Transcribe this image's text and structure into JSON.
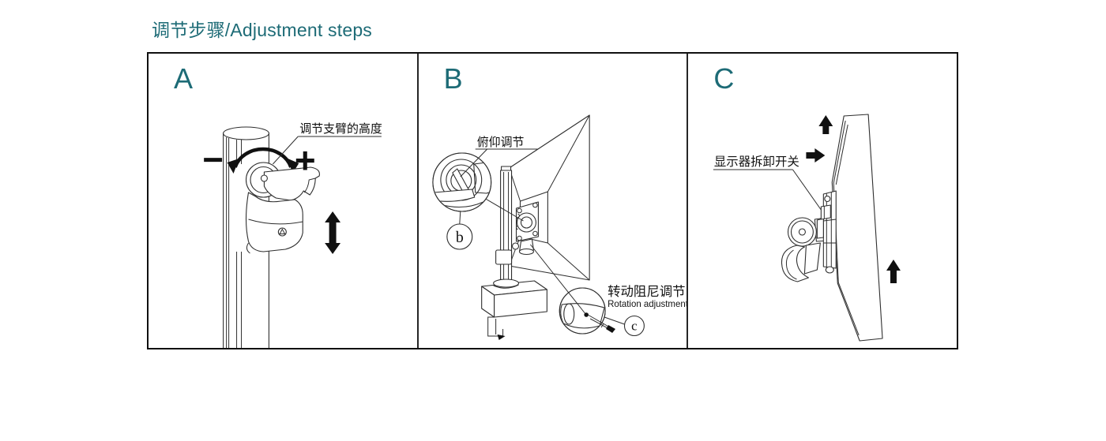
{
  "title": "调节步骤/Adjustment steps",
  "colors": {
    "accent": "#1d6b76",
    "line": "#2e2e2e"
  },
  "panels": {
    "a": {
      "letter": "A",
      "height_label": "调节支臂的高度",
      "minus_symbol": "−",
      "plus_symbol": "+"
    },
    "b": {
      "letter": "B",
      "tilt_label": "俯仰调节",
      "rotation_label_cn": "转动阻尼调节",
      "rotation_label_en": "Rotation adjustment",
      "callout_b": "b",
      "callout_c": "c"
    },
    "c": {
      "letter": "C",
      "detach_label": "显示器拆卸开关"
    }
  }
}
